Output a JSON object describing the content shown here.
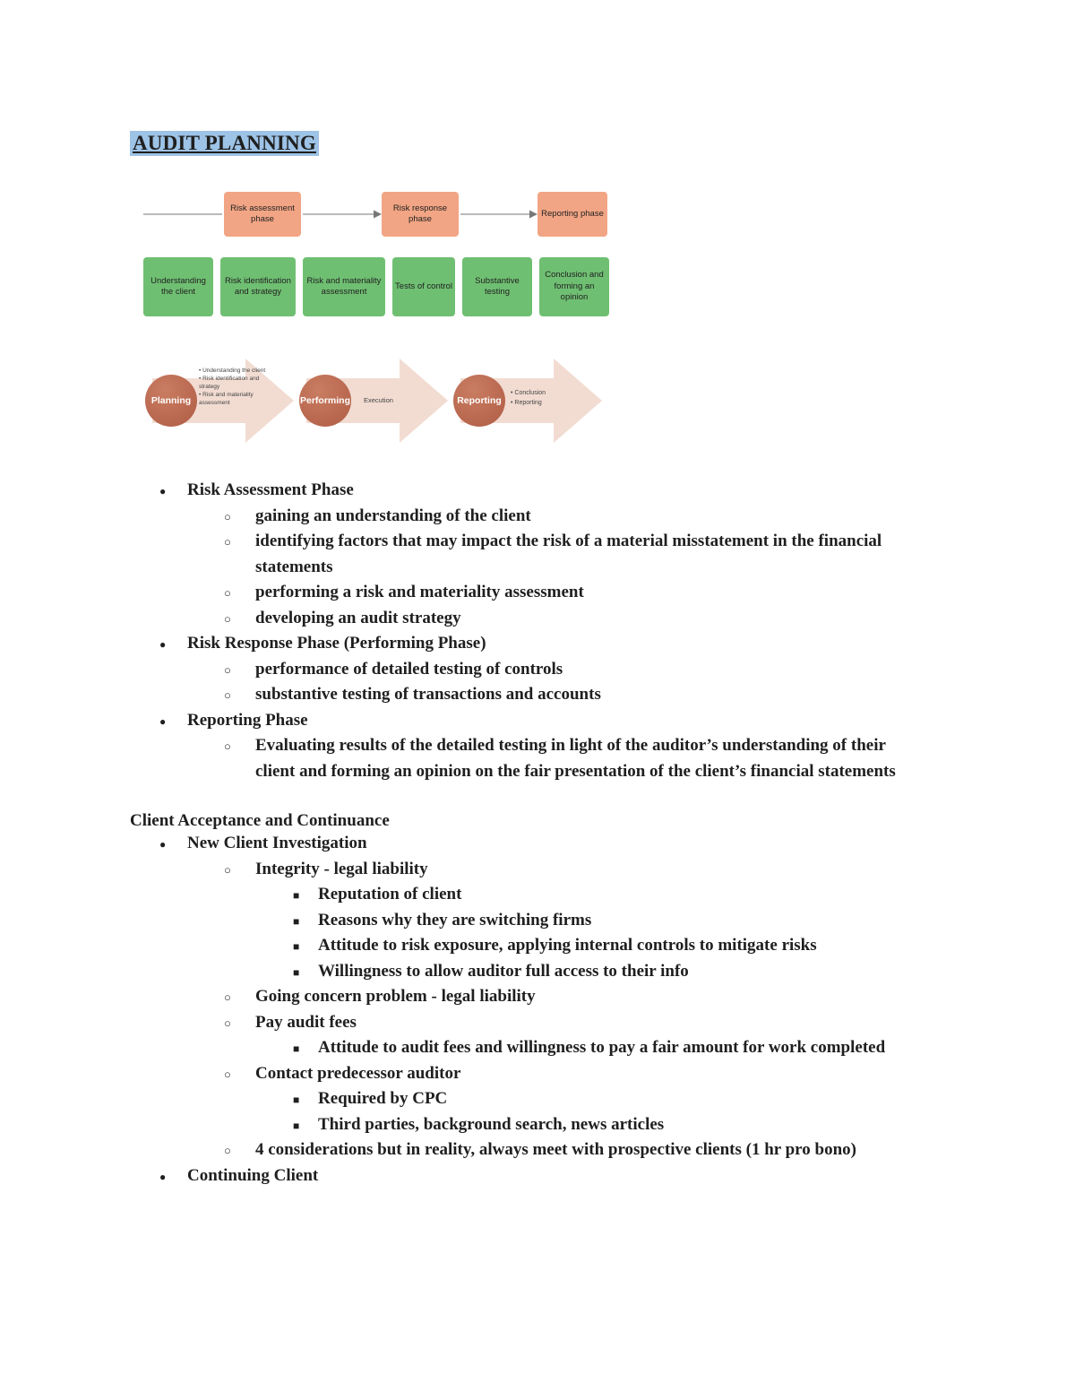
{
  "title": "AUDIT PLANNING",
  "colors": {
    "highlight": "#9dc3e6",
    "phase-box": "#f2a584",
    "step-box": "#6fbf72",
    "arrow-fill": "#f2dcd2",
    "circle-fill": "#b05c46"
  },
  "diagram1": {
    "phases": [
      "Risk assessment phase",
      "Risk response phase",
      "Reporting phase"
    ],
    "steps": [
      "Understanding the client",
      "Risk identification and strategy",
      "Risk and materiality assessment",
      "Tests of control",
      "Substantive testing",
      "Conclusion and forming an opinion"
    ]
  },
  "diagram2": {
    "stages": [
      {
        "label": "Planning",
        "notes": [
          "Understanding the client",
          "Risk identification and strategy",
          "Risk and materiality assessment"
        ]
      },
      {
        "label": "Performing",
        "notes": [
          "Execution"
        ]
      },
      {
        "label": "Reporting",
        "notes": [
          "Conclusion",
          "Reporting"
        ]
      }
    ]
  },
  "outline1": [
    {
      "level": 1,
      "text": "Risk Assessment Phase"
    },
    {
      "level": 2,
      "text": "gaining an understanding of the client"
    },
    {
      "level": 2,
      "text": "identifying factors that may impact the risk of a material misstatement in the financial statements"
    },
    {
      "level": 2,
      "text": "performing a risk and materiality assessment"
    },
    {
      "level": 2,
      "text": "developing an audit strategy"
    },
    {
      "level": 1,
      "text": "Risk Response Phase (Performing Phase)"
    },
    {
      "level": 2,
      "text": "performance of detailed testing of controls"
    },
    {
      "level": 2,
      "text": "substantive testing of transactions and accounts"
    },
    {
      "level": 1,
      "text": "Reporting Phase"
    },
    {
      "level": 2,
      "text": "Evaluating results of the detailed testing in light of the auditor’s understanding of their client and forming an opinion on the fair presentation of the client’s financial statements"
    }
  ],
  "heading2": "Client Acceptance and Continuance",
  "outline2": [
    {
      "level": 1,
      "text": "New Client Investigation"
    },
    {
      "level": 2,
      "text": "Integrity - legal liability"
    },
    {
      "level": 3,
      "text": "Reputation of client"
    },
    {
      "level": 3,
      "text": "Reasons why they are switching firms"
    },
    {
      "level": 3,
      "text": "Attitude to risk exposure, applying internal controls to mitigate risks"
    },
    {
      "level": 3,
      "text": "Willingness to allow auditor full access to their info"
    },
    {
      "level": 2,
      "text": "Going concern problem - legal liability"
    },
    {
      "level": 2,
      "text": "Pay audit fees"
    },
    {
      "level": 3,
      "text": "Attitude to audit fees and willingness to pay a fair amount for work completed"
    },
    {
      "level": 2,
      "text": "Contact predecessor auditor"
    },
    {
      "level": 3,
      "text": "Required by CPC"
    },
    {
      "level": 3,
      "text": "Third parties, background search, news articles"
    },
    {
      "level": 2,
      "text": "4 considerations but in reality, always meet with prospective clients (1 hr pro bono)"
    },
    {
      "level": 1,
      "text": "Continuing Client"
    }
  ]
}
